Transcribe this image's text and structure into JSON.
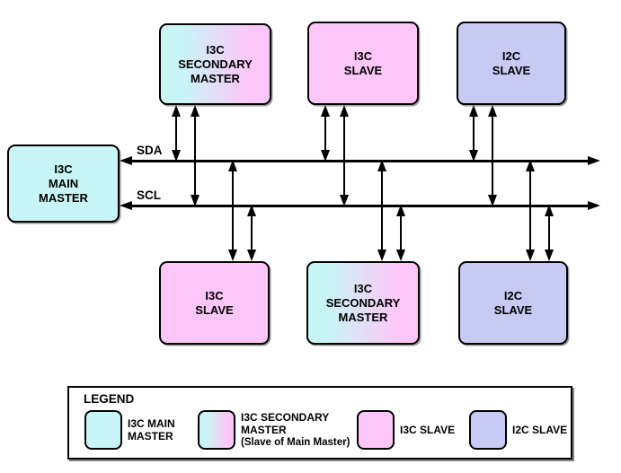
{
  "colors": {
    "main_master": "#C8F6F6",
    "i3c_slave": "#FDC6F8",
    "i2c_slave": "#C7CBF3",
    "grad_start": "#C8F6F6",
    "grad_end": "#FDC6F8",
    "line": "#000000"
  },
  "bus": {
    "sda_label": "SDA",
    "scl_label": "SCL"
  },
  "nodes": {
    "main_master": "I3C\nMAIN\nMASTER",
    "top_secondary_master": "I3C\nSECONDARY\nMASTER",
    "top_i3c_slave": "I3C\nSLAVE",
    "top_i2c_slave": "I2C\nSLAVE",
    "bottom_i3c_slave": "I3C\nSLAVE",
    "bottom_secondary_master": "I3C\nSECONDARY\nMASTER",
    "bottom_i2c_slave": "I2C\nSLAVE"
  },
  "legend": {
    "title": "LEGEND",
    "items": [
      {
        "label": "I3C MAIN\nMASTER"
      },
      {
        "label": "I3C SECONDARY\nMASTER",
        "note": "(Slave of Main Master)"
      },
      {
        "label": "I3C SLAVE"
      },
      {
        "label": "I2C SLAVE"
      }
    ]
  }
}
